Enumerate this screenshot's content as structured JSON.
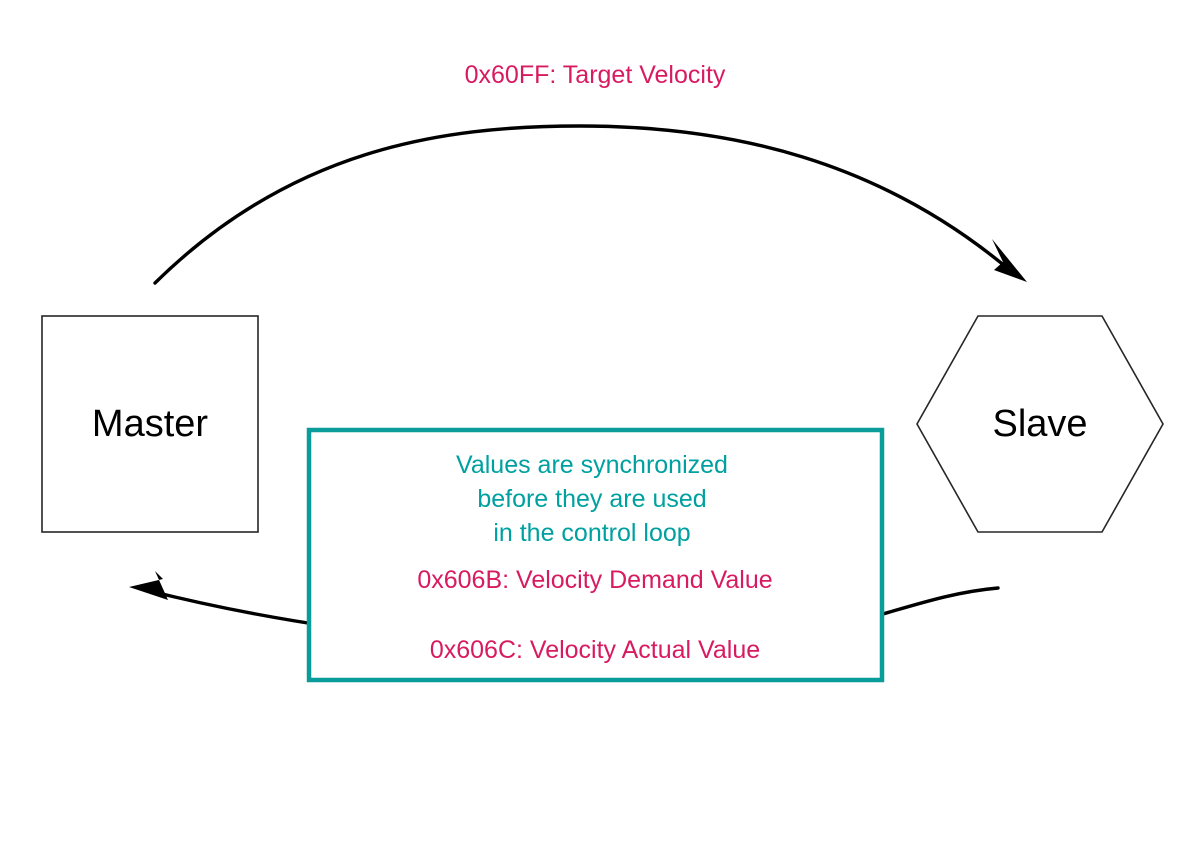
{
  "diagram": {
    "type": "sequence-flow",
    "background_color": "#ffffff",
    "accent_magenta": "#d81b60",
    "accent_teal": "#00a0a0",
    "box_border_teal": "#0a9b9b",
    "node_outline": "#262626"
  },
  "nodes": {
    "master": {
      "label": "Master",
      "shape": "rectangle"
    },
    "slave": {
      "label": "Slave",
      "shape": "hexagon"
    }
  },
  "arrows": {
    "downstream": {
      "name": "master-to-slave",
      "label": "0x60FF: Target Velocity",
      "direction": "right"
    },
    "upstream": {
      "name": "slave-to-master",
      "direction": "left"
    }
  },
  "sync_box": {
    "note_lines": [
      "Values are synchronized",
      "before they are used",
      "in the control loop"
    ],
    "objects": [
      "0x606B: Velocity Demand Value",
      "0x606C: Velocity Actual Value"
    ]
  }
}
